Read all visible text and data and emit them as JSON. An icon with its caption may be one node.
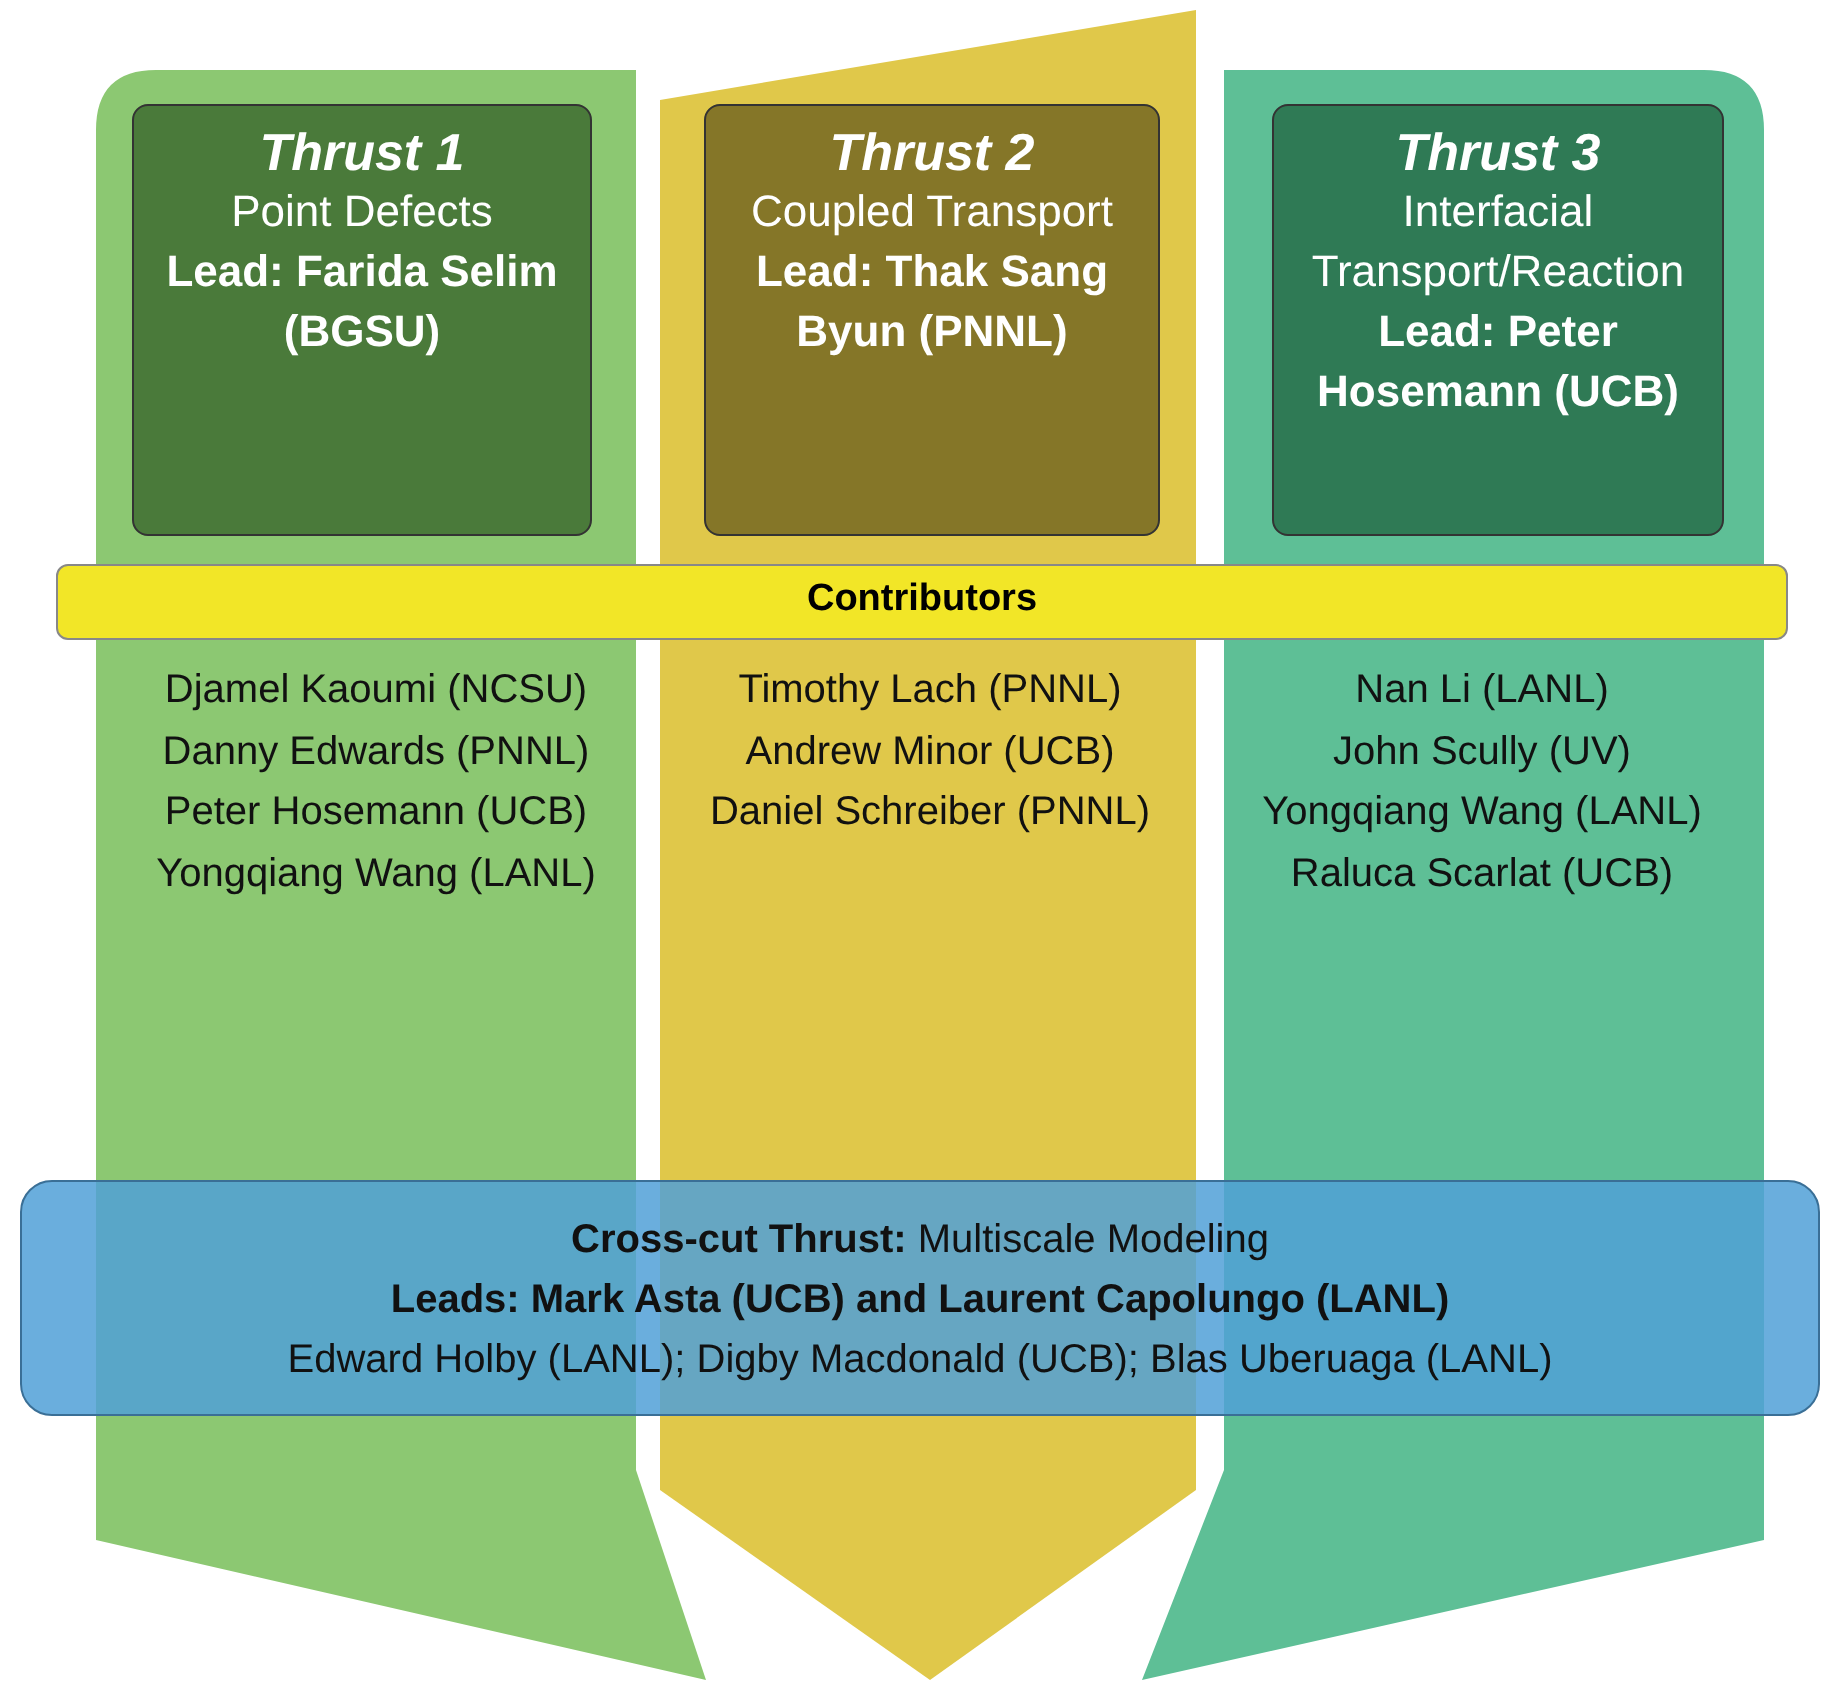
{
  "diagram": {
    "nodes": [
      {
        "text": [
          "Djamel Kaoumi (NCSU)",
          "Danny Edwards (PNNL)",
          "Peter Hosemann (UCB)",
          "Yongqiang Wang (LANL)"
        ]
      },
      {
        "text": [
          "Thrust 1",
          "Point Defects",
          "Lead: Farida Selim (BGSU)"
        ],
        "in": 0
      },
      {
        "text": [
          "Timothy Lach (PNNL)",
          "Andrew Minor (UCB)",
          "Daniel Schreiber (PNNL)"
        ]
      },
      {
        "text": [
          "Thrust 2",
          "Coupled Transport",
          "Lead: Thak Sang Byun (PNNL)"
        ],
        "in": 2
      },
      {
        "text": [
          "Nan Li (LANL)",
          "John Scully (UV)",
          "Yongqiang Wang (LANL)",
          "Raluca Scarlat (UCB)"
        ]
      },
      {
        "text": [
          "Thrust 3",
          "Interfacial Transport/Reaction",
          "Lead: Peter Hosemann (UCB)"
        ],
        "in": 4
      },
      {
        "text": [
          "Contributors"
        ]
      },
      {
        "text": [
          "**Cross-cut Thrust:** Multiscale Modeling",
          "Leads: Mark Asta (UCB) and Laurent Capolungo (LANL)",
          "Edward Holby (LANL); Digby Macdonald (UCB); Blas Uberuaga (LANL)"
        ]
      }
    ]
  }
}
